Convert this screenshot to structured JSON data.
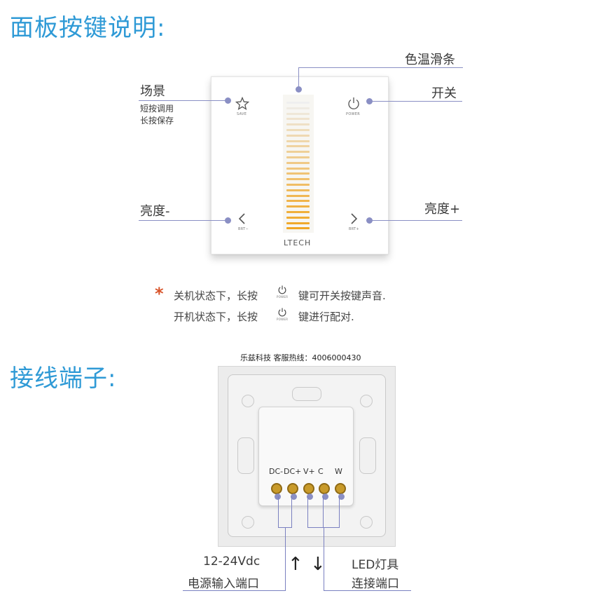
{
  "section1_title": "面板按键说明:",
  "section2_title": "接线端子:",
  "labels": {
    "color_slider": "色温滑条",
    "scene": "场景",
    "scene_desc1": "短按调用",
    "scene_desc2": "长按保存",
    "power": "开关",
    "bright_down": "亮度-",
    "bright_up": "亮度+"
  },
  "panel": {
    "save_text": "SAVE",
    "power_text": "POWER",
    "brt_minus": "BRT−",
    "brt_plus": "BRT+",
    "brand": "LTECH"
  },
  "notes": {
    "mark": "*",
    "line1_before": "关机状态下，长按",
    "line1_after": "键可开关按键声音.",
    "line2_before": "开机状态下，长按",
    "line2_after": "键进行配对.",
    "power_word": "POWER"
  },
  "watermark": "乐兹科技 客服热线：4006000430",
  "terminals": [
    "DC-",
    "DC+",
    "V+",
    "C",
    "W"
  ],
  "wiring": {
    "power_input_line1": "12-24Vdc",
    "power_input_line2": "电源输入端口",
    "led_line1": "LED灯具",
    "led_line2": "连接端口",
    "arrow_up": "↑",
    "arrow_down": "↓"
  },
  "colors": {
    "title": "#2f9ad6",
    "leader": "#8a8fc4",
    "accent_mark": "#d8542a",
    "slider_top": "#efefef",
    "slider_bottom": "#f0a623"
  }
}
